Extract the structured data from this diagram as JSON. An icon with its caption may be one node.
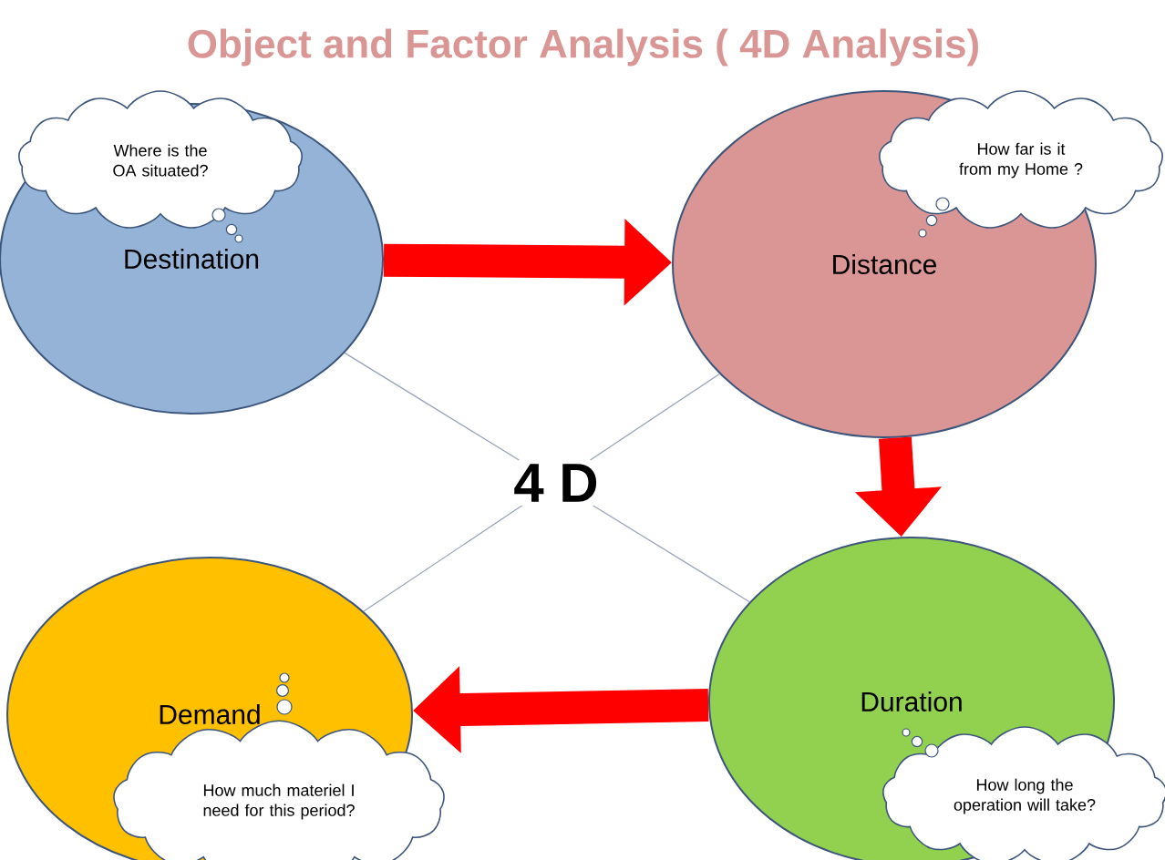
{
  "diagram": {
    "title": "Object and Factor Analysis ( 4D Analysis)",
    "nodes": [
      {
        "text": [
          "Destination"
        ]
      },
      {
        "text": [
          "Where is the OA situated?"
        ]
      },
      {
        "text": [
          "Distance"
        ]
      },
      {
        "text": [
          "How far is it from my Home ?"
        ]
      },
      {
        "text": [
          "4 D"
        ]
      },
      {
        "text": [
          "Demand"
        ]
      },
      {
        "text": [
          "How much materiel I need for this period?"
        ]
      },
      {
        "text": [
          "Duration"
        ]
      },
      {
        "text": [
          "How long the operation will take?"
        ]
      }
    ],
    "edges": [
      {
        "from": 0,
        "to": 2,
        "arrow": "to",
        "style": "thick",
        "color": "#ff0000"
      },
      {
        "from": 2,
        "to": 7,
        "arrow": "to",
        "style": "thick",
        "color": "#ff0000"
      },
      {
        "from": 7,
        "to": 5,
        "arrow": "to",
        "style": "thick",
        "color": "#ff0000"
      },
      {
        "from": 4,
        "to": 0,
        "arrow": "none"
      },
      {
        "from": 4,
        "to": 2,
        "arrow": "none"
      },
      {
        "from": 4,
        "to": 5,
        "arrow": "none"
      },
      {
        "from": 4,
        "to": 7,
        "arrow": "none"
      }
    ]
  }
}
